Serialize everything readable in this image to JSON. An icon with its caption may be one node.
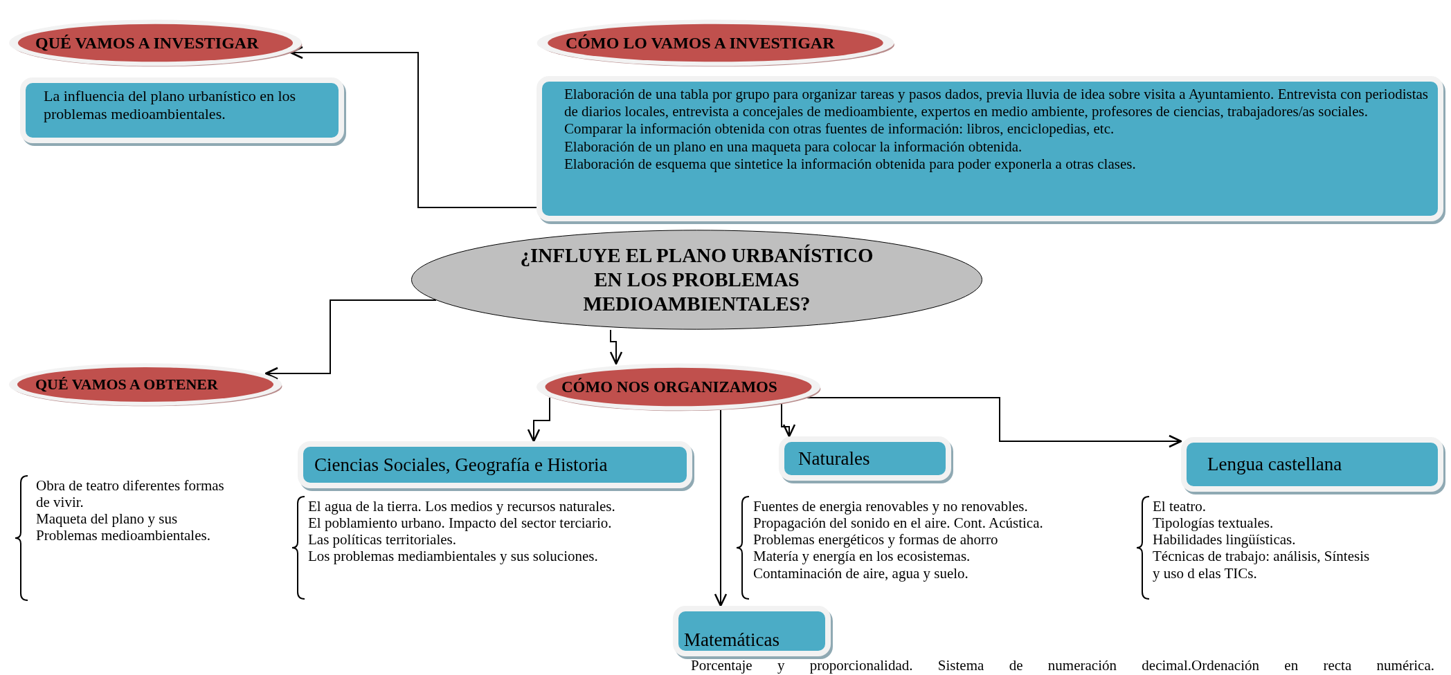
{
  "diagram": {
    "nodes": [
      {
        "text": [
          "QUÉ VAMOS A INVESTIGAR"
        ]
      },
      {
        "text": [
          "La influencia del plano urbanístico en los problemas medioambientales."
        ]
      },
      {
        "text": [
          "CÓMO LO  VAMOS A INVESTIGAR"
        ]
      },
      {
        "text": [
          "Elaboración de una tabla por grupo para organizar tareas y pasos dados, previa lluvia de idea sobre visita a Ayuntamiento. Entrevista con periodistas de diarios locales, entrevista a concejales de medioambiente, expertos en medio ambiente, profesores de ciencias, trabajadores/as sociales.",
          "Comparar la información obtenida con otras  fuentes de información: libros, enciclopedias, etc.",
          "Elaboración de un plano en una maqueta para colocar la información obtenida.",
          "Elaboración de esquema que sintetice la información obtenida para poder exponerla a otras clases."
        ]
      },
      {
        "text": [
          "¿INFLUYE EL PLANO URBANÍSTICO EN LOS PROBLEMAS MEDIOAMBIENTALES?"
        ]
      },
      {
        "text": [
          "QUÉ VAMOS A OBTENER"
        ],
        "beside": [
          "Obra de teatro diferentes formas de vivir.",
          "Maqueta del plano y sus Problemas medioambientales."
        ]
      },
      {
        "text": [
          "CÓMO NOS ORGANIZAMOS"
        ]
      },
      {
        "text": [
          "Ciencias Sociales, Geografía e Historia"
        ],
        "beside": [
          "El agua de la tierra. Los medios y recursos naturales.",
          "El poblamiento urbano. Impacto del sector terciario.",
          "Las políticas territoriales.",
          "Los problemas mediambientales y sus soluciones."
        ]
      },
      {
        "text": [
          "Naturales"
        ],
        "beside": [
          "Fuentes de energia renovables y no renovables.",
          "Propagación del sonido en el aire. Cont. Acústica.",
          "Problemas energéticos y formas de ahorro",
          "Matería y energía en los ecosistemas.",
          "Contaminación de aire, agua y suelo."
        ]
      },
      {
        "text": [
          "Lengua castellana"
        ],
        "beside": [
          "El teatro.",
          "Tipologías textuales.",
          "Habilidades lingüísticas.",
          "Técnicas de trabajo: análisis, Síntesis y uso d elas TICs."
        ]
      },
      {
        "text": [
          "Matemáticas"
        ],
        "beside": [
          "Porcentaje y proporcionalidad. Sistema de numeración decimal.Ordenación en recta numérica."
        ]
      }
    ],
    "edges": [
      {
        "from": 3,
        "to": 0,
        "arrow": "to"
      },
      {
        "from": 4,
        "to": 5,
        "arrow": "to"
      },
      {
        "from": 4,
        "to": 6,
        "arrow": "to"
      },
      {
        "from": 6,
        "to": 7,
        "arrow": "to"
      },
      {
        "from": 6,
        "to": 10,
        "arrow": "to"
      },
      {
        "from": 6,
        "to": 8,
        "arrow": "to"
      },
      {
        "from": 6,
        "to": 9,
        "arrow": "to"
      }
    ]
  }
}
